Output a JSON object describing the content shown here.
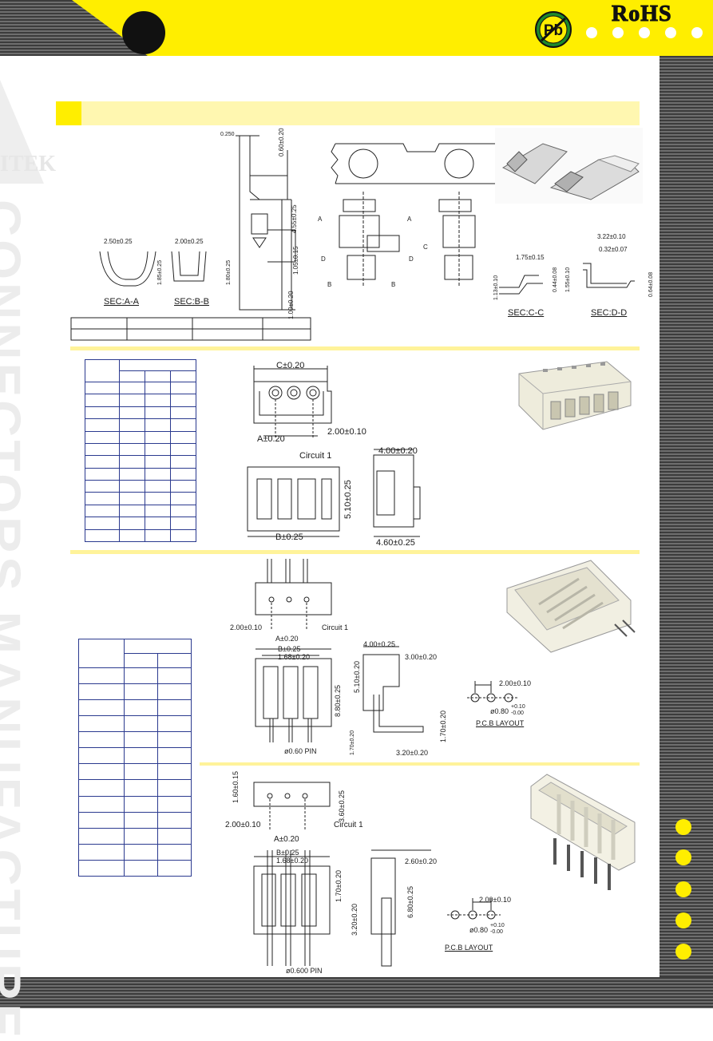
{
  "header": {
    "rohs_label": "RoHS",
    "pb_label": "Pb"
  },
  "watermark": {
    "company": "ITEK",
    "vertical_text": "CONNECTORS MANUFACTURE"
  },
  "terminal_drawing": {
    "dims": [
      "0.250",
      "0.60±0.20",
      "4.55±0.25",
      "1.05±0.15",
      "1.00±0.20",
      "2.50±0.25",
      "1.85±0.25",
      "2.00±0.25",
      "1.80±0.25",
      "1.75±0.15",
      "1.13±0.10",
      "0.44±0.08",
      "3.22±0.10",
      "0.32±0.07",
      "1.55±0.10",
      "0.64±0.08"
    ],
    "sections": [
      "SEC:A-A",
      "SEC:B-B",
      "SEC:C-C",
      "SEC:D-D"
    ],
    "cut_labels": [
      "A",
      "A",
      "B",
      "B",
      "C",
      "D",
      "D"
    ]
  },
  "housing_drawing": {
    "dims": [
      "C±0.20",
      "2.00±0.10",
      "A±0.20",
      "Circuit 1",
      "5.10±0.25",
      "B±0.25",
      "4.00±0.20",
      "4.60±0.25"
    ]
  },
  "right_angle_header": {
    "dims": [
      "2.00±0.10",
      "A±0.20",
      "Circuit 1",
      "B±0.25",
      "1.68±0.20",
      "8.80±0.25",
      "5.10±0.20",
      "4.00±0.25",
      "3.00±0.20",
      "1.70±0.20",
      "3.20±0.20",
      "1.70±0.20",
      "ø0.60 PIN",
      "2.00±0.10",
      "ø0.80",
      "+0.10",
      "-0.00",
      "P.C.B LAYOUT"
    ]
  },
  "straight_header": {
    "dims": [
      "1.60±0.15",
      "3.60±0.25",
      "2.00±0.10",
      "Circuit 1",
      "A±0.20",
      "B±0.25",
      "1.68±0.20",
      "1.70±0.20",
      "3.20±0.20",
      "6.80±0.25",
      "2.60±0.20",
      "ø0.600 PIN",
      "2.00±0.10",
      "ø0.80",
      "+0.10",
      "-0.00",
      "P.C.B LAYOUT"
    ]
  },
  "colors": {
    "accent": "#ffee00",
    "stripe_dark": "#3c3c3c",
    "table_border": "#2b3a8f"
  }
}
